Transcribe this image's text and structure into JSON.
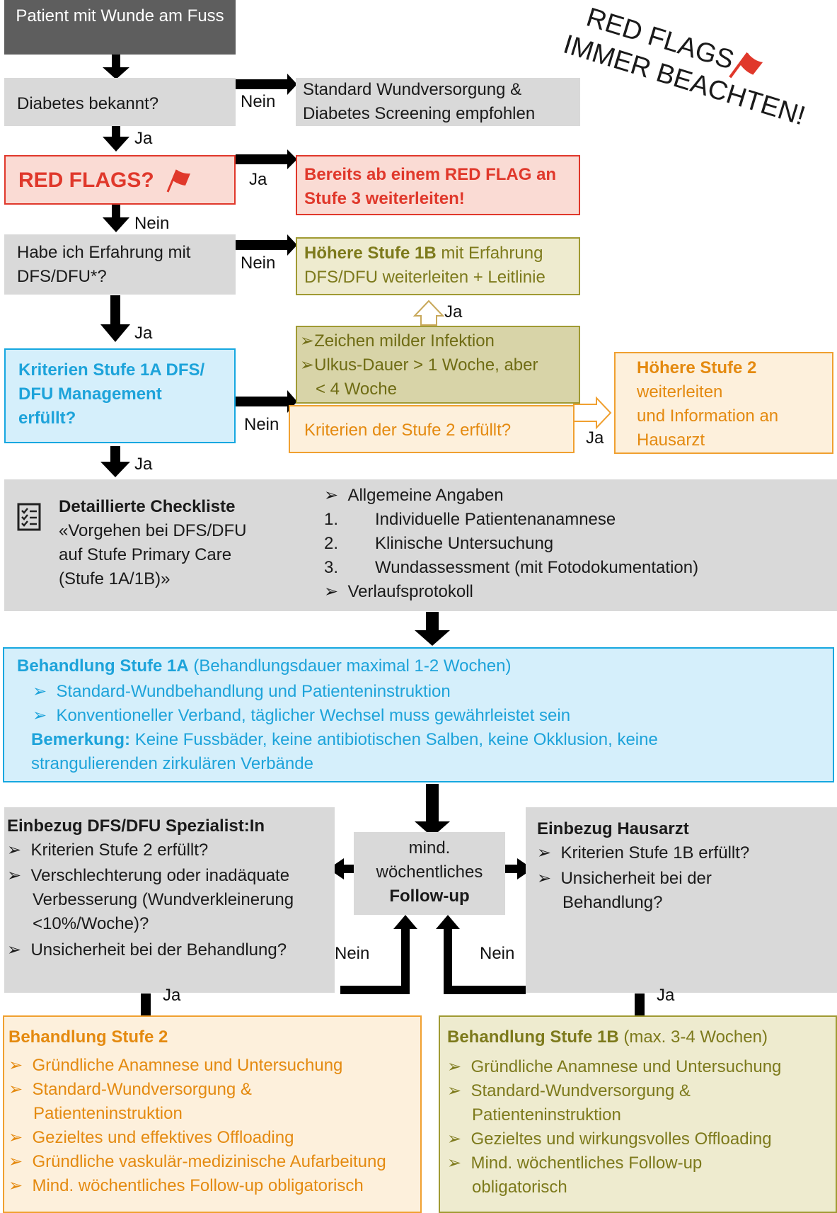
{
  "start": "Patient mit Wunde am Fuss",
  "diabetes_q": "Diabetes bekannt?",
  "standard": [
    "Standard Wundversorgung &",
    "Diabetes Screening empfohlen"
  ],
  "redflags_q": "RED FLAGS?",
  "redflags_action": [
    "Bereits ab einem RED FLAG an",
    "Stufe 3 weiterleiten!"
  ],
  "experience_q": [
    "Habe ich Erfahrung mit",
    "DFS/DFU*?"
  ],
  "stufe1b_fwd": {
    "bold": "Höhere Stufe 1B",
    "rest": " mit Erfahrung",
    "line2": "DFS/DFU weiterleiten + Leitlinie"
  },
  "criteria_1a": [
    "Kriterien Stufe 1A DFS/",
    "DFU Management",
    "erfüllt?"
  ],
  "olive_items": [
    "Zeichen milder Infektion",
    "Ulkus-Dauer > 1 Woche, aber",
    "< 4 Woche"
  ],
  "stufe2_q": "Kriterien der Stufe 2 erfüllt?",
  "stufe2_fwd": {
    "bold": "Höhere Stufe 2",
    "lines": [
      "weiterleiten",
      "und Information an",
      "Hausarzt"
    ]
  },
  "checklist": {
    "title": "Detaillierte Checkliste",
    "lines": [
      "«Vorgehen bei DFS/DFU",
      "auf Stufe Primary Care",
      "(Stufe 1A/1B)»"
    ]
  },
  "checklist_items": {
    "first": "Allgemeine Angaben",
    "numbered": [
      [
        "1.",
        "Individuelle Patientenanamnese"
      ],
      [
        "2.",
        "Klinische Untersuchung"
      ],
      [
        "3.",
        "Wundassessment (mit Fotodokumentation)"
      ]
    ],
    "last": "Verlaufsprotokoll"
  },
  "treat1a": {
    "title_bold": "Behandlung Stufe 1A",
    "title_rest": " (Behandlungsdauer maximal 1-2 Wochen)",
    "items": [
      "Standard-Wundbehandlung und Patienteninstruktion",
      "Konventioneller Verband, täglicher Wechsel muss gewährleistet sein"
    ],
    "remark_bold": "Bemerkung:",
    "remark": [
      " Keine Fussbäder, keine antibiotischen Salben, keine Okklusion, keine",
      "strangulierenden zirkulären Verbände"
    ]
  },
  "specialist": {
    "title": "Einbezug DFS/DFU Spezialist:In",
    "items": [
      [
        "Kriterien Stufe 2 erfüllt?"
      ],
      [
        "Verschlechterung oder inadäquate",
        "Verbesserung (Wundverkleinerung",
        "<10%/Woche)?"
      ],
      [
        "Unsicherheit bei der  Behandlung?"
      ]
    ]
  },
  "followup": [
    "mind.",
    "wöchentliches",
    "Follow-up"
  ],
  "hausarzt": {
    "title": "Einbezug Hausarzt",
    "items": [
      [
        "Kriterien Stufe 1B erfüllt?"
      ],
      [
        "Unsicherheit bei der",
        "Behandlung?"
      ]
    ]
  },
  "treat2": {
    "title": "Behandlung Stufe 2",
    "items": [
      [
        "Gründliche Anamnese und Untersuchung"
      ],
      [
        "Standard-Wundversorgung &",
        "Patienteninstruktion"
      ],
      [
        "Gezieltes und effektives Offloading"
      ],
      [
        "Gründliche vaskulär-medizinische Aufarbeitung"
      ],
      [
        "Mind. wöchentliches Follow-up obligatorisch"
      ]
    ]
  },
  "treat1b": {
    "title_bold": "Behandlung Stufe 1B",
    "title_rest": " (max. 3-4 Wochen)",
    "items": [
      [
        "Gründliche Anamnese und Untersuchung"
      ],
      [
        "Standard-Wundversorgung &",
        "Patienteninstruktion"
      ],
      [
        "Gezieltes und wirkungsvolles Offloading"
      ],
      [
        "Mind. wöchentliches Follow-up",
        "obligatorisch"
      ]
    ]
  },
  "stamp": [
    "RED FLAGS",
    "IMMER BEACHTEN!"
  ],
  "labels": {
    "ja": "Ja",
    "nein": "Nein"
  },
  "colors": {
    "red": "#e0382b",
    "olive": "#a09a33",
    "blue": "#16a7e0",
    "orange": "#f0a030",
    "grey": "#d9d9d9",
    "dark_grey": "#5e5e5e"
  },
  "icons": {
    "flag": "flag-icon",
    "checklist": "checklist-icon",
    "bullet": "arrowhead-bullet"
  }
}
